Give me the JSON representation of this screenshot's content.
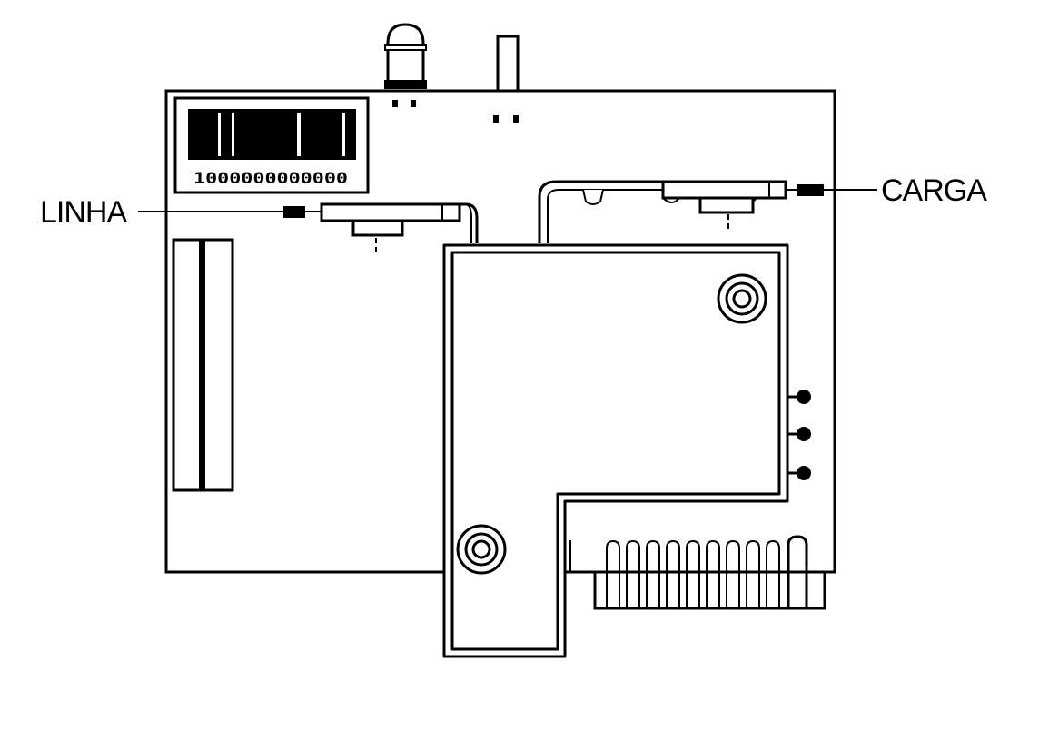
{
  "labels": {
    "line_terminal": "LINHA",
    "load_terminal": "CARGA"
  },
  "barcode": {
    "code_text": "1000000000000"
  },
  "colors": {
    "ink": "#000000",
    "background": "#ffffff"
  }
}
